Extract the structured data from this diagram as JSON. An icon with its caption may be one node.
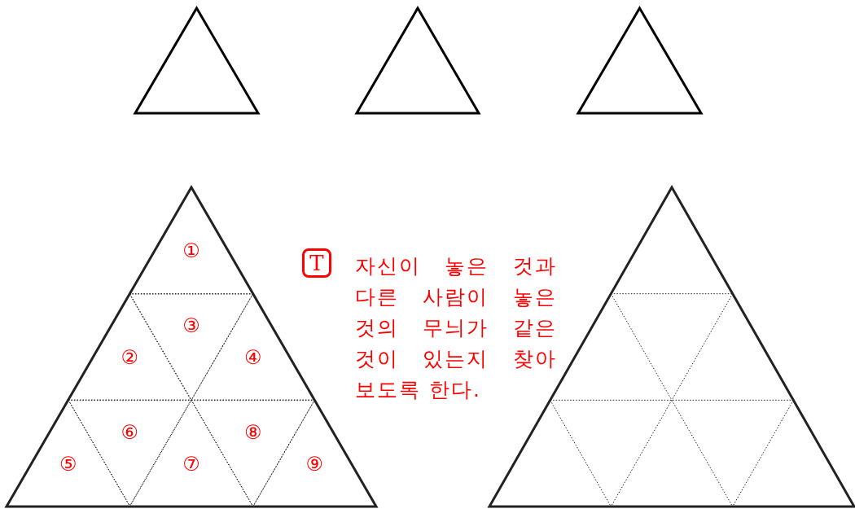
{
  "diagram": {
    "nodes": [
      {
        "text": [],
        "shape": "triangle"
      },
      {
        "text": [],
        "shape": "triangle"
      },
      {
        "text": [],
        "shape": "triangle"
      },
      {
        "text": [],
        "shape": "triangle"
      },
      {
        "text": [
          "①"
        ],
        "in": 3
      },
      {
        "text": [
          "②"
        ],
        "in": 3
      },
      {
        "text": [
          "③"
        ],
        "in": 3
      },
      {
        "text": [
          "④"
        ],
        "in": 3
      },
      {
        "text": [
          "⑤"
        ],
        "in": 3
      },
      {
        "text": [
          "⑥"
        ],
        "in": 3
      },
      {
        "text": [
          "⑦"
        ],
        "in": 3
      },
      {
        "text": [
          "⑧"
        ],
        "in": 3
      },
      {
        "text": [
          "⑨"
        ],
        "in": 3
      },
      {
        "text": [
          "T"
        ]
      },
      {
        "text": [],
        "shape": "triangle"
      }
    ],
    "labels": [
      "자신이 놓은 것과 다른 사람이 놓은 것의 무늬가 같은 것이 있는지 찾아 보도록 한다."
    ]
  }
}
